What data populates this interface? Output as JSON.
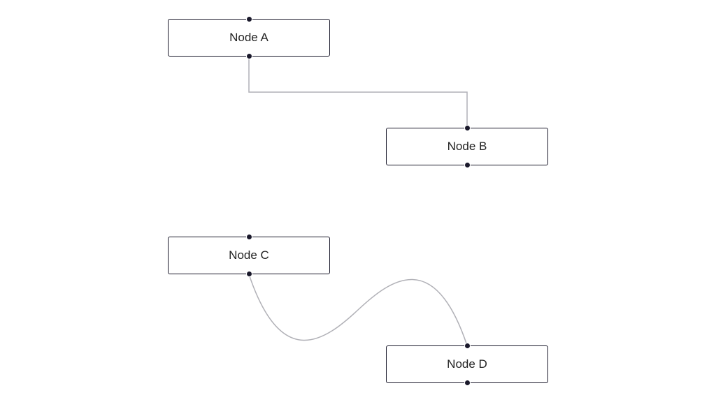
{
  "nodes": [
    {
      "id": "a",
      "label": "Node A"
    },
    {
      "id": "b",
      "label": "Node B"
    },
    {
      "id": "c",
      "label": "Node C"
    },
    {
      "id": "d",
      "label": "Node D"
    }
  ],
  "edges": [
    {
      "source": "a",
      "target": "b",
      "style": "step"
    },
    {
      "source": "c",
      "target": "d",
      "style": "bezier"
    }
  ],
  "colors": {
    "node_border": "#1a192b",
    "handle": "#1a192b",
    "edge": "#b1b1b7"
  }
}
